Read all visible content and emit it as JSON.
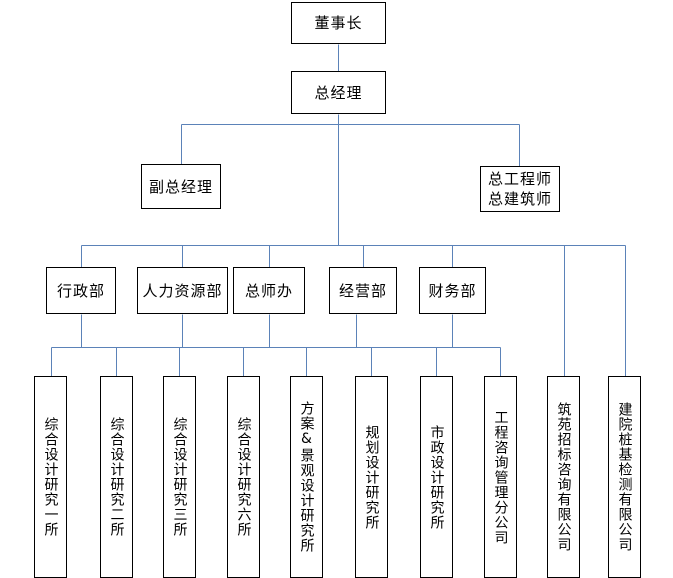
{
  "chart": {
    "line_color": "#5b82b8",
    "nodes": {
      "chairman": "董事长",
      "general_manager": "总经理",
      "deputy_gm": "副总经理",
      "chief_engineer": "总工程师",
      "chief_architect": "总建筑师",
      "admin_dept": "行政部",
      "hr_dept": "人力资源部",
      "chief_office": "总师办",
      "operations_dept": "经营部",
      "finance_dept": "财务部",
      "design_inst_1": "综合设计研究一所",
      "design_inst_2": "综合设计研究二所",
      "design_inst_3": "综合设计研究三所",
      "design_inst_6": "综合设计研究六所",
      "landscape_inst": "方案&景观设计研究所",
      "planning_inst": "规划设计研究所",
      "municipal_inst": "市政设计研究所",
      "consulting_branch": "工程咨询管理分公司",
      "tender_company": "筑苑招标咨询有限公司",
      "pile_testing_company": "建院桩基检测有限公司"
    }
  }
}
